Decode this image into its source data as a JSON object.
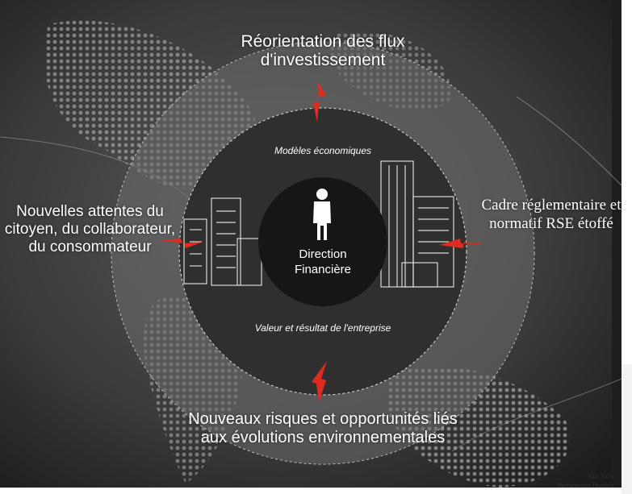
{
  "diagram": {
    "top_label": "Réorientation des flux d'investissement",
    "left_label": "Nouvelles attentes du citoyen, du collaborateur, du consommateur",
    "right_label": "Cadre réglementaire et normatif RSE étoffé",
    "bottom_label": "Nouveaux risques et opportunités liés aux évolutions environnementales",
    "inner_top_label": "Modèles économiques",
    "inner_bottom_label": "Valeur et résultat de l'entreprise",
    "center_label": "Direction Financière"
  },
  "footer": {
    "date": "Mai 2020",
    "title": "Performance Durable"
  },
  "colors": {
    "accent_red": "#e02b20",
    "outer_ring": "#6b6b6b",
    "inner_ring": "#2f2f2f",
    "center_disc": "#161616"
  }
}
